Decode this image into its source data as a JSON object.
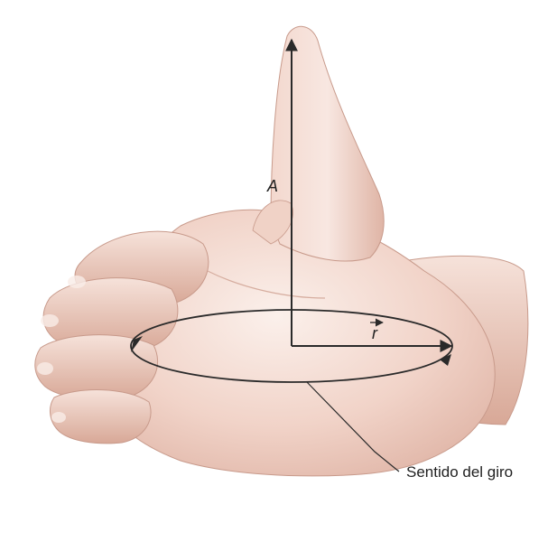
{
  "labels": {
    "axis": "A",
    "radius": "r",
    "rotation": "Sentido del giro"
  },
  "colors": {
    "skin_light": "#f6e3dc",
    "skin_mid": "#eecbbf",
    "skin_shadow": "#d9aa9b",
    "skin_outline": "#c08f80",
    "line": "#2a2a2a",
    "background": "#ffffff"
  }
}
